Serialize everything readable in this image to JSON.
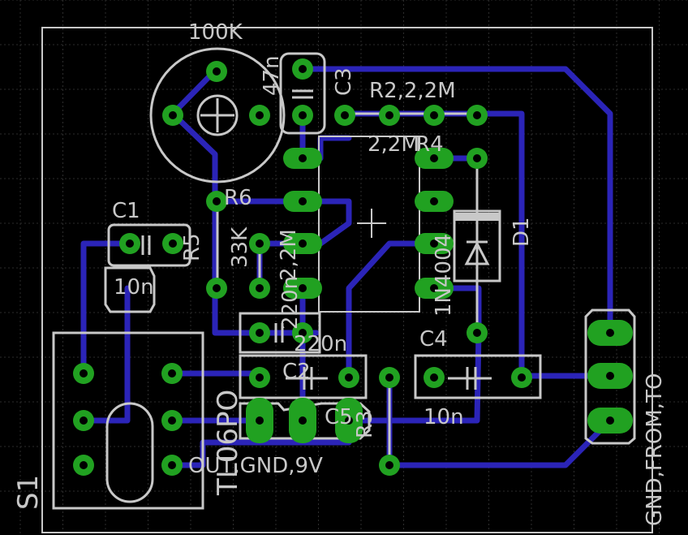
{
  "colors": {
    "background": "#000000",
    "grid": "#2d2d2d",
    "trace": "#2b24b8",
    "pad": "#21a121",
    "silkscreen": "#c8c8c8"
  },
  "labels": {
    "pot_value": "100K",
    "c3_value": "47n",
    "c3_name": "C3",
    "r2": "R2,2,2M",
    "r4": "2,2M",
    "r4_name": "R4",
    "c1_name": "C1",
    "r5_name": "R5",
    "c1_value": "10n",
    "r6_name": "R6",
    "r6_value": "33K",
    "r_2m2": "2,2M",
    "c_220n_a": "220n",
    "c_220n_b": "220n",
    "diode_value": "1N4004",
    "diode_name": "D1",
    "c4_name": "C4",
    "c4_value": "10n",
    "c2_name": "C2",
    "c5_name": "C5",
    "r3_name": "R3",
    "ic_name": "TL06PO",
    "switch_name": "S1",
    "out_header": "OUT,GND,9V",
    "in_header": "GND,FROM,TO"
  }
}
